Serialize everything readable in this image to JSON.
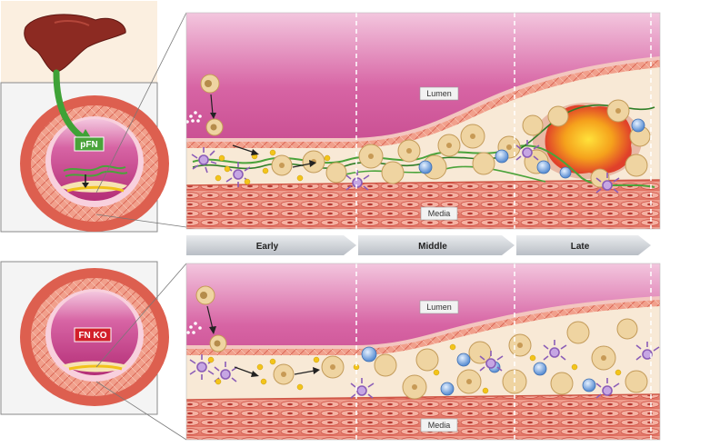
{
  "top_panel": {
    "lumen_label": "Lumen",
    "media_label": "Media",
    "tag_label": "pFN",
    "tag_color": "#4aa33a"
  },
  "stages": {
    "early": "Early",
    "middle": "Middle",
    "late": "Late"
  },
  "bottom_panel": {
    "lumen_label": "Lumen",
    "media_label": "Media",
    "tag_label": "FN KO",
    "tag_color": "#d21f2a"
  },
  "colors": {
    "lumen": "#c0347d",
    "media": "#e98a7d",
    "intima": "#f8e9d6",
    "fibers": "#5aa43a",
    "necrotic_core": "#f29a1f",
    "foam_cell": "#efd4a1",
    "t_cell": "#7ba8df",
    "dendritic_cell": "#b08ad0",
    "lipid_droplet": "#f3c41a"
  }
}
